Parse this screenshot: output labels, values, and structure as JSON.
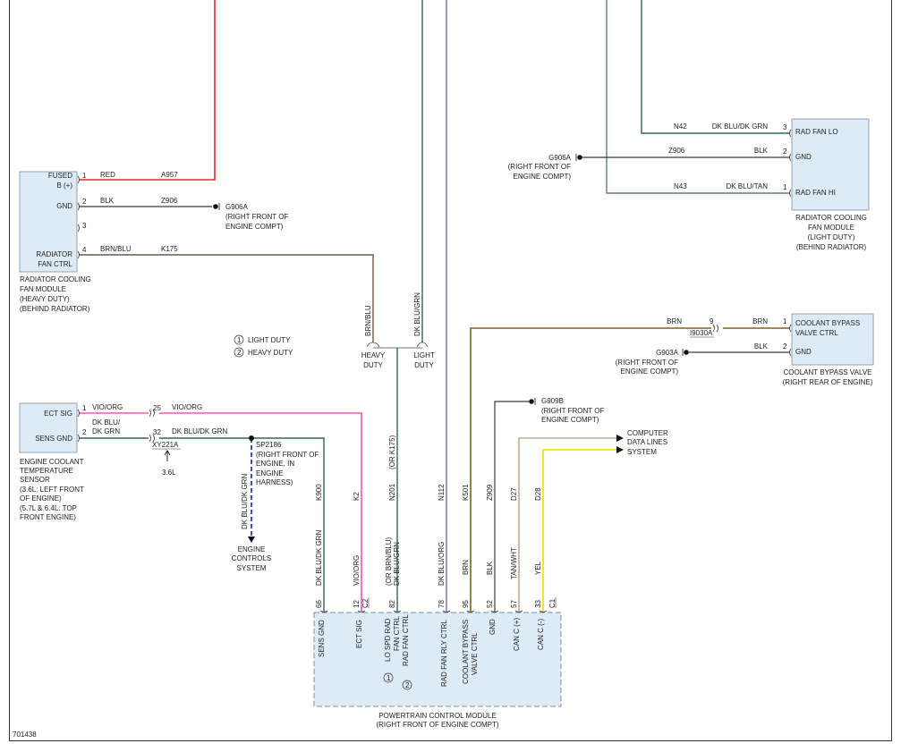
{
  "colors": {
    "red": "#e8282a",
    "black": "#3a3a3a",
    "brn_blu": "#6f5a4b",
    "dk_blu_grn": "#2c6a55",
    "dk_blu_org": "#6b6fb2",
    "dk_blu_tan": "#64799a",
    "vio_org": "#e55aba",
    "brn": "#7c6316",
    "tan_wht": "#c8a98a",
    "yel": "#f2e21c",
    "box_fill": "#dcebf6"
  },
  "hd_fan": {
    "pins": [
      {
        "label_lines": [
          "FUSED",
          "B (+)"
        ],
        "num": "1",
        "wire_color": "RED",
        "circuit": "A957"
      },
      {
        "label_lines": [
          "GND"
        ],
        "num": "2",
        "wire_color": "BLK",
        "circuit": "Z906"
      },
      {
        "label_lines": [],
        "num": "3",
        "wire_color": "",
        "circuit": ""
      },
      {
        "label_lines": [
          "RADIATOR",
          "FAN CTRL"
        ],
        "num": "4",
        "wire_color": "BRN/BLU",
        "circuit": "K175"
      }
    ],
    "caption": [
      "RADIATOR COOLING",
      "FAN MODULE",
      "(HEAVY DUTY)",
      "(BEHIND RADIATOR)"
    ],
    "ground": {
      "id": "G906A",
      "loc": [
        "(RIGHT FRONT OF",
        "ENGINE COMPT)"
      ]
    }
  },
  "ld_fan": {
    "pins": [
      {
        "label": "RAD FAN LO",
        "num": "3",
        "circuit": "N42",
        "wire_color": "DK BLU/DK GRN"
      },
      {
        "label": "GND",
        "num": "2",
        "circuit": "Z906",
        "wire_color": "BLK"
      },
      {
        "label": "RAD FAN HI",
        "num": "1",
        "circuit": "N43",
        "wire_color": "DK BLU/TAN"
      }
    ],
    "caption": [
      "RADIATOR COOLING",
      "FAN MODULE",
      "(LIGHT DUTY)",
      "(BEHIND RADIATOR)"
    ],
    "ground": {
      "id": "G906A",
      "loc": [
        "(RIGHT FRONT OF",
        "ENGINE COMPT)"
      ]
    }
  },
  "coolant_valve": {
    "pins": [
      {
        "label_lines": [
          "COOLANT BYPASS",
          "VALVE CTRL"
        ],
        "num": "1",
        "wire_color": "BRN"
      },
      {
        "label_lines": [
          "GND"
        ],
        "num": "2",
        "wire_color": "BLK"
      }
    ],
    "inline_pin": "9",
    "inline_conn": "I9030A",
    "pcm_side_color": "BRN",
    "caption": [
      "COOLANT BYPASS VALVE",
      "(RIGHT REAR OF ENGINE)"
    ],
    "ground": {
      "id": "G903A",
      "loc": [
        "(RIGHT FRONT OF",
        "ENGINE COMPT)"
      ]
    }
  },
  "ect": {
    "pins": [
      {
        "label": "ECT SIG",
        "num": "1",
        "wire_lines": [
          "VIO/ORG"
        ]
      },
      {
        "label": "SENS GND",
        "num": "2",
        "wire_lines": [
          "DK BLU/",
          "DK GRN"
        ]
      }
    ],
    "inline": [
      {
        "num": "25",
        "wire": "VIO/ORG"
      },
      {
        "num": "32",
        "wire": "DK BLU/DK GRN"
      }
    ],
    "inline_conn": "XY221A",
    "engine": "3.6L",
    "caption": [
      "ENGINE COOLANT",
      "TEMPERATURE",
      "SENSOR",
      "(3.6L: LEFT FRONT",
      "OF ENGINE)",
      "(5.7L & 6.4L: TOP",
      "FRONT ENGINE)"
    ],
    "splice": {
      "id": "SP2186",
      "loc": [
        "(RIGHT FRONT OF",
        "ENGINE, IN",
        "ENGINE",
        "HARNESS)"
      ],
      "wire": "DK BLU/DK GRN"
    },
    "ecs": [
      "ENGINE",
      "CONTROLS",
      "SYSTEM"
    ]
  },
  "legend": [
    {
      "num": "1",
      "text": "LIGHT DUTY"
    },
    {
      "num": "2",
      "text": "HEAVY DUTY"
    }
  ],
  "duty_split": {
    "heavy": [
      "HEAVY",
      "DUTY"
    ],
    "light": [
      "LIGHT",
      "DUTY"
    ],
    "heavy_wire": "BRN/BLU",
    "light_wire": "DK BLU/GRN"
  },
  "g909b": {
    "id": "G909B",
    "loc": [
      "(RIGHT FRONT OF",
      "ENGINE COMPT)"
    ]
  },
  "cdl": [
    "COMPUTER",
    "DATA LINES",
    "SYSTEM"
  ],
  "pcm": {
    "title": "POWERTRAIN CONTROL MODULE",
    "subtitle": "(RIGHT FRONT OF ENGINE COMPT)",
    "c1": "C1",
    "c2": "C2",
    "wires": [
      {
        "circuit": "K900",
        "color_text": "DK BLU/DK GRN",
        "pin": "66",
        "label_lines": [
          "SENS GND"
        ]
      },
      {
        "circuit": "K2",
        "color_text": "VIO/ORG",
        "pin": "12",
        "label_lines": [
          "ECT SIG"
        ]
      },
      {
        "circuit": "N201",
        "circuit_alt": "(OR K175)",
        "color_text": "DK BLU/GRN",
        "color_alt": "(OR BRN/BLU)",
        "pin": "82",
        "label_lines": [
          "LO SPD RAD",
          "FAN CTRL",
          "RAD FAN CTRL"
        ]
      },
      {
        "circuit": "N112",
        "color_text": "DK BLU/ORG",
        "pin": "78",
        "label_lines": [
          "RAD FAN RLY CTRL"
        ]
      },
      {
        "circuit": "K501",
        "color_text": "BRN",
        "pin": "95",
        "label_lines": [
          "COOLANT BYPASS",
          "VALVE CTRL"
        ]
      },
      {
        "circuit": "Z909",
        "color_text": "BLK",
        "pin": "52",
        "label_lines": [
          "GND"
        ]
      },
      {
        "circuit": "D27",
        "color_text": "TAN/WHT",
        "pin": "57",
        "label_lines": [
          "CAN C (+)"
        ]
      },
      {
        "circuit": "D28",
        "color_text": "YEL",
        "pin": "33",
        "label_lines": [
          "CAN C (-)"
        ]
      }
    ],
    "notes": [
      "1",
      "2"
    ]
  },
  "figure_id": "701438"
}
